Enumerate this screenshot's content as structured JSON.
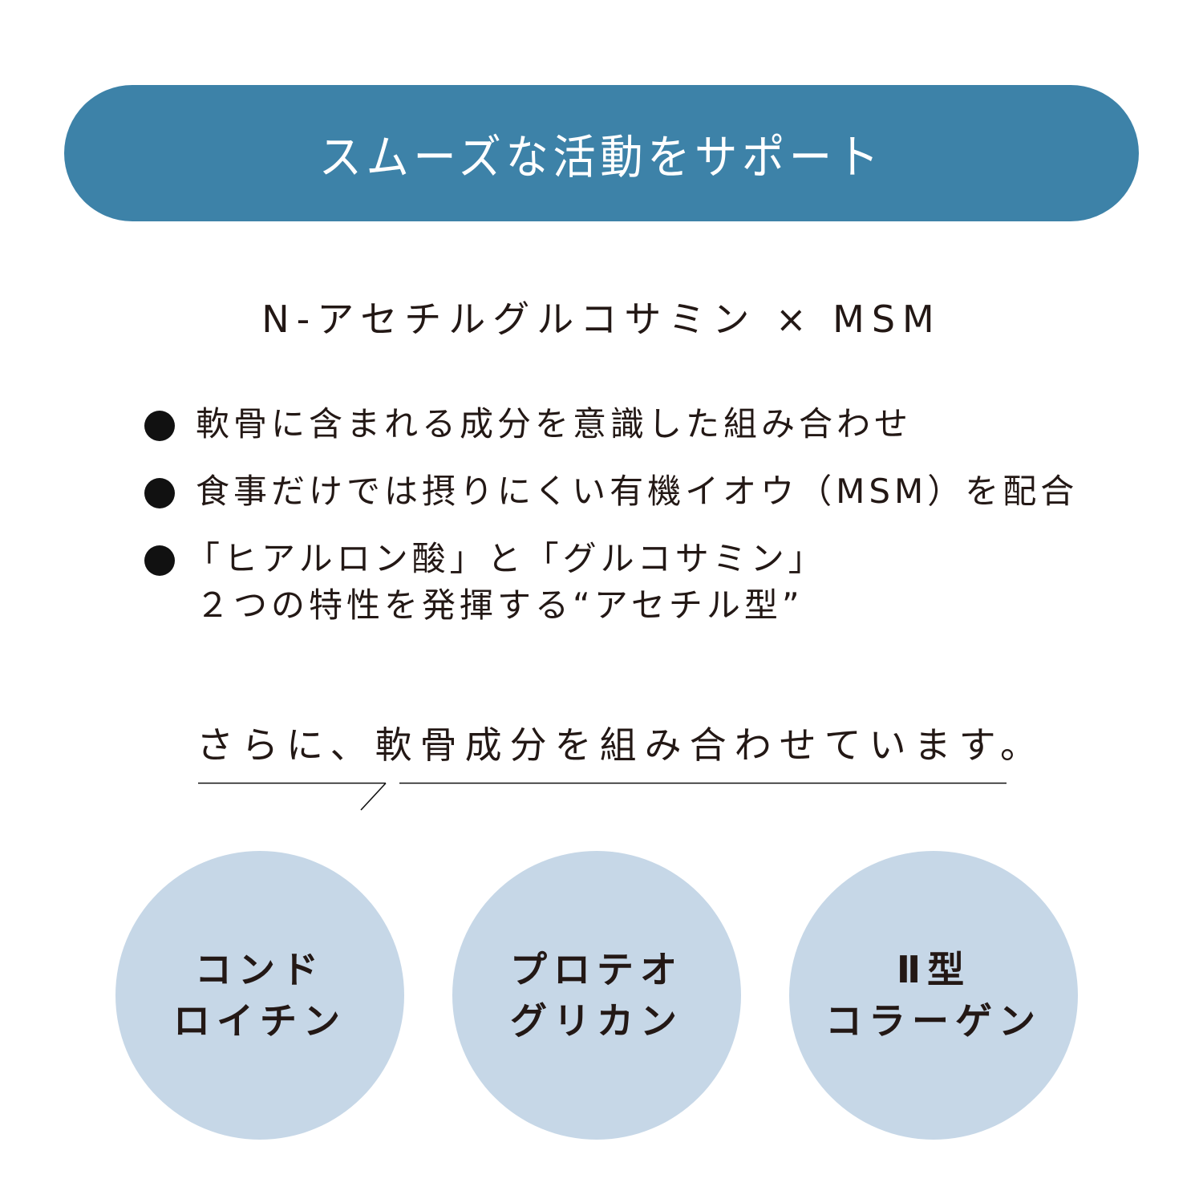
{
  "banner": {
    "title": "スムーズな活動をサポート",
    "background_color": "#3d82a8",
    "text_color": "#ffffff"
  },
  "subtitle": "N-アセチルグルコサミン × MSM",
  "bullets": [
    {
      "lines": [
        "軟骨に含まれる成分を意識した組み合わせ"
      ]
    },
    {
      "lines": [
        "食事だけでは摂りにくい有機イオウ（MSM）を配合"
      ]
    },
    {
      "lines": [
        "「ヒアルロン酸」と「グルコサミン」",
        "２つの特性を発揮する“アセチル型”"
      ]
    }
  ],
  "section_heading": "さらに、軟骨成分を組み合わせています。",
  "components": [
    {
      "lines": [
        "コンド",
        "ロイチン"
      ]
    },
    {
      "lines": [
        "プロテオ",
        "グリカン"
      ]
    },
    {
      "lines": [
        "Ⅱ型",
        "コラーゲン"
      ]
    }
  ],
  "colors": {
    "circle_fill": "#c6d7e7",
    "text": "#231815"
  }
}
